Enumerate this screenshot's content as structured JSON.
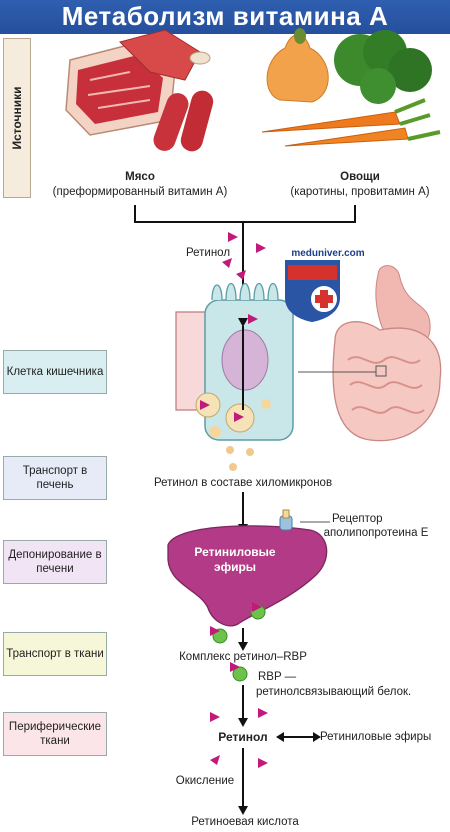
{
  "title": "Метаболизм витамина А",
  "side_label": "Источники",
  "sources": {
    "meat": {
      "name": "Мясо",
      "note": "(преформированный витамин А)"
    },
    "vegetables": {
      "name": "Овощи",
      "note": "(каротины, провитамин А)"
    }
  },
  "watermark": "meduniver.com",
  "stages": [
    {
      "label": "Клетка кишечника",
      "color": "#d9eef0"
    },
    {
      "label": "Транспорт в печень",
      "color": "#e6ebf7"
    },
    {
      "label": "Депонирование в печени",
      "color": "#f1e4f4"
    },
    {
      "label": "Транспорт в ткани",
      "color": "#f6f6d8"
    },
    {
      "label": "Периферические ткани",
      "color": "#fbe5e8"
    }
  ],
  "labels": {
    "retinol_top": "Ретинол",
    "chylomicron": "Ретинол в составе хиломикронов",
    "receptor_l1": "Рецептор",
    "receptor_l2": "аполипопротеина Е",
    "liver_l1": "Ретиниловые",
    "liver_l2": "эфиры",
    "complex": "Комплекс ретинол–RBP",
    "rbp_l1": "RBP —",
    "rbp_l2": "ретинолсвязывающий белок.",
    "retinol": "Ретинол",
    "retinyl_esters": "Ретиниловые эфиры",
    "oxidation": "Окисление",
    "retinoic_acid": "Ретиноевая кислота"
  },
  "colors": {
    "title_bg": "#2a58a8",
    "liver": "#b23a86",
    "cell": "#c9e6e8",
    "marker": "#c21a7a",
    "rbp": "#6cc24a"
  }
}
